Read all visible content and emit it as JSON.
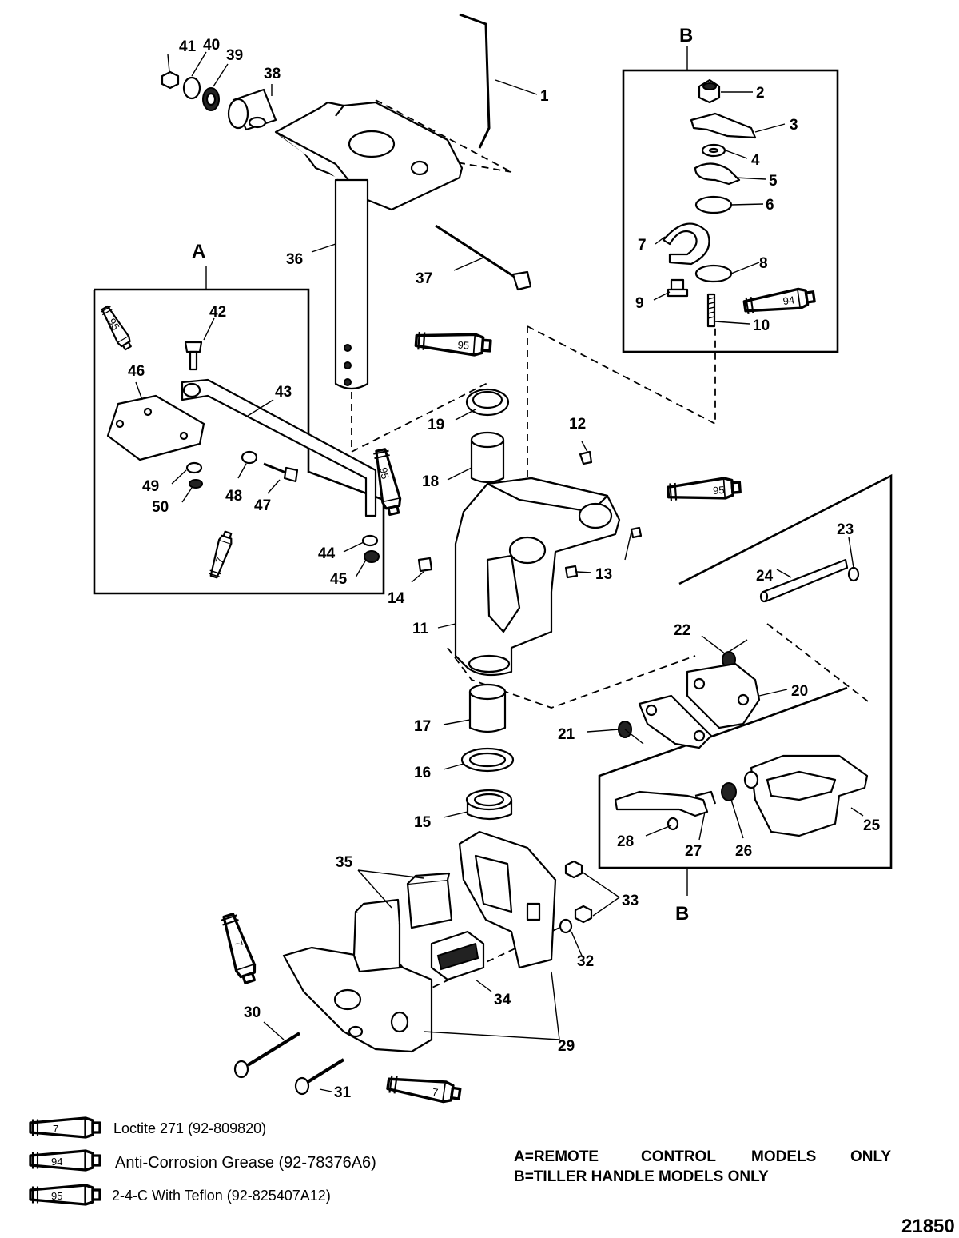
{
  "sections": {
    "a_label": "A",
    "b_top_label": "B",
    "b_bottom_label": "B"
  },
  "callouts": [
    {
      "id": "1",
      "text": "1"
    },
    {
      "id": "2",
      "text": "2"
    },
    {
      "id": "3",
      "text": "3"
    },
    {
      "id": "4",
      "text": "4"
    },
    {
      "id": "5",
      "text": "5"
    },
    {
      "id": "6",
      "text": "6"
    },
    {
      "id": "7",
      "text": "7"
    },
    {
      "id": "8",
      "text": "8"
    },
    {
      "id": "9",
      "text": "9"
    },
    {
      "id": "10",
      "text": "10"
    },
    {
      "id": "11",
      "text": "11"
    },
    {
      "id": "12",
      "text": "12"
    },
    {
      "id": "13",
      "text": "13"
    },
    {
      "id": "14",
      "text": "14"
    },
    {
      "id": "15",
      "text": "15"
    },
    {
      "id": "16",
      "text": "16"
    },
    {
      "id": "17",
      "text": "17"
    },
    {
      "id": "18",
      "text": "18"
    },
    {
      "id": "19",
      "text": "19"
    },
    {
      "id": "20",
      "text": "20"
    },
    {
      "id": "21",
      "text": "21"
    },
    {
      "id": "22",
      "text": "22"
    },
    {
      "id": "23",
      "text": "23"
    },
    {
      "id": "24",
      "text": "24"
    },
    {
      "id": "25",
      "text": "25"
    },
    {
      "id": "26",
      "text": "26"
    },
    {
      "id": "27",
      "text": "27"
    },
    {
      "id": "28",
      "text": "28"
    },
    {
      "id": "29",
      "text": "29"
    },
    {
      "id": "30",
      "text": "30"
    },
    {
      "id": "31",
      "text": "31"
    },
    {
      "id": "32",
      "text": "32"
    },
    {
      "id": "33",
      "text": "33"
    },
    {
      "id": "34",
      "text": "34"
    },
    {
      "id": "35",
      "text": "35"
    },
    {
      "id": "36",
      "text": "36"
    },
    {
      "id": "37",
      "text": "37"
    },
    {
      "id": "38",
      "text": "38"
    },
    {
      "id": "39",
      "text": "39"
    },
    {
      "id": "40",
      "text": "40"
    },
    {
      "id": "41",
      "text": "41"
    },
    {
      "id": "42",
      "text": "42"
    },
    {
      "id": "43",
      "text": "43"
    },
    {
      "id": "44",
      "text": "44"
    },
    {
      "id": "45",
      "text": "45"
    },
    {
      "id": "46",
      "text": "46"
    },
    {
      "id": "47",
      "text": "47"
    },
    {
      "id": "48",
      "text": "48"
    },
    {
      "id": "49",
      "text": "49"
    },
    {
      "id": "50",
      "text": "50"
    }
  ],
  "tube_labels": {
    "t95": "95",
    "t94": "94",
    "t7": "7"
  },
  "legend": [
    {
      "code": "7",
      "text": "Loctite 271 (92-809820)"
    },
    {
      "code": "94",
      "text": "Anti-Corrosion Grease (92-78376A6)"
    },
    {
      "code": "95",
      "text": "2-4-C  With Teflon (92-825407A12)"
    }
  ],
  "notes": {
    "a_word1": "A=REMOTE",
    "a_word2": "CONTROL",
    "a_word3": "MODELS",
    "a_word4": "ONLY",
    "b_line": "B=TILLER HANDLE MODELS ONLY"
  },
  "figure_number": "21850"
}
